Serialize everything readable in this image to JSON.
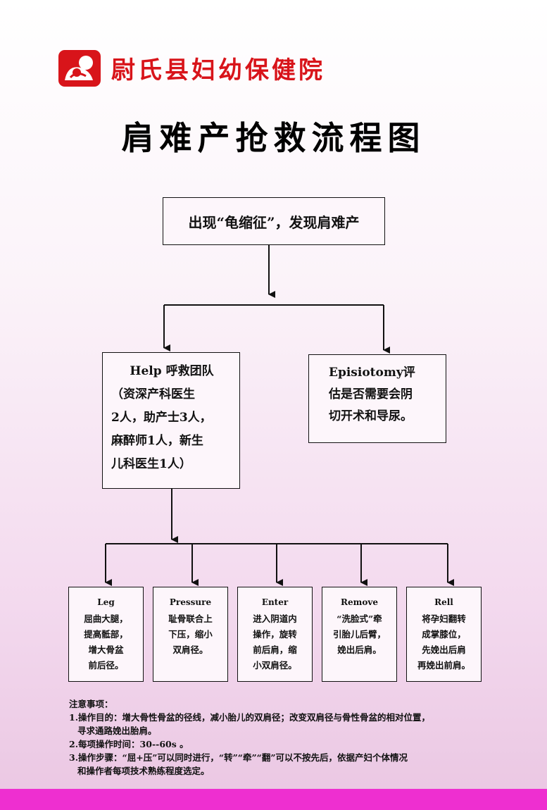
{
  "header": {
    "hospital_name": "尉氏县妇幼保健院",
    "title": "肩难产抢救流程图"
  },
  "flow": {
    "top_box": "出现“龟缩征”，发现肩难产",
    "help_box": {
      "title": "Help 呼救团队",
      "lines": [
        "（资深产科医生",
        "2人，助产士3人，",
        "麻醉师1人，新生",
        "儿科医生1人）"
      ]
    },
    "episiotomy_box": {
      "lines": [
        "Episiotomy评",
        "估是否需要会阴",
        "切开术和导尿。"
      ]
    },
    "steps": [
      {
        "title": "Leg",
        "lines": [
          "屈曲大腿，",
          "提高骶部，",
          "增大骨盆",
          "前后径。"
        ]
      },
      {
        "title": "Pressure",
        "lines": [
          "耻骨联合上",
          "下压，缩小",
          "双肩径。"
        ]
      },
      {
        "title": "Enter",
        "lines": [
          "进入阴道内",
          "操作，旋转",
          "前后肩，缩",
          "小双肩径。"
        ]
      },
      {
        "title": "Remove",
        "lines": [
          "“洗脸式”牵",
          "引胎儿后臂，",
          "娩出后肩。"
        ]
      },
      {
        "title": "Rell",
        "lines": [
          "将孕妇翻转",
          "成掌膝位，",
          "先娩出后肩",
          "再娩出前肩。"
        ]
      }
    ]
  },
  "notes": {
    "heading": "注意事项：",
    "item1_line1": "1.操作目的：增大骨性骨盆的径线，减小胎儿的双肩径；改变双肩径与骨性骨盆的相对位置，",
    "item1_line2": "寻求通路娩出胎肩。",
    "item2": "2.每项操作时间：30--60s 。",
    "item3_line1": "3.操作步骤：“屈+压”可以同时进行，“转”“牵”“翻”可以不按先后，依据产妇个体情况",
    "item3_line2": "和操作者每项技术熟练程度选定。"
  },
  "colors": {
    "brand_red": "#d8141a",
    "bottom_bar": "#ee2fd0",
    "line": "#111111"
  }
}
